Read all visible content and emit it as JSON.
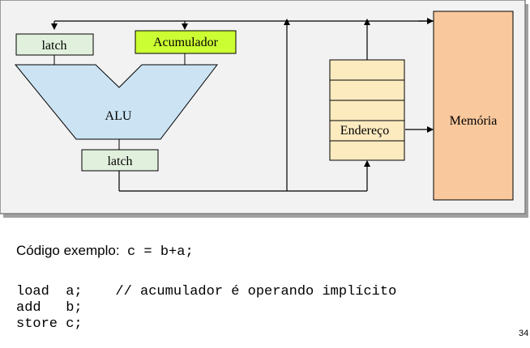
{
  "diagram": {
    "colors": {
      "panel": "#f2f2f2",
      "panel_border": "#7f7f7f",
      "latch_fill": "#e1f0dc",
      "accumulator_fill": "#ccff33",
      "alu_fill": "#cbe3f3",
      "memory_fill": "#f9c89c",
      "register_fill": "#fdebc0"
    },
    "latch_top": "latch",
    "accumulator": "Acumulador",
    "alu": "ALU",
    "latch_bottom": "latch",
    "address_register": "Endereço",
    "memory": "Memória"
  },
  "caption": {
    "label": "Código exemplo:",
    "expression": "c = b+a;"
  },
  "code_lines": [
    "load  a;    // acumulador é operando implícito",
    "add   b;",
    "store c;"
  ],
  "slide_number": "34"
}
